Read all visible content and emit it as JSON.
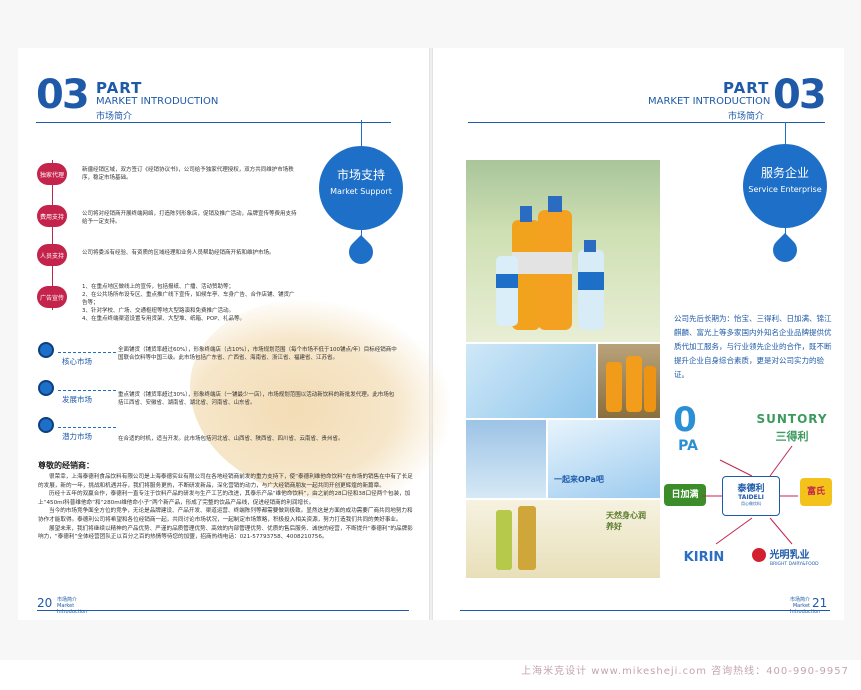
{
  "header": {
    "number": "03",
    "part": "PART",
    "title_en": "MARKET INTRODUCTION",
    "title_cn": "市场简介"
  },
  "left_page": {
    "support_items": [
      {
        "label": "独家代理",
        "text": "新疆经销区域，双方签订《经销协议书》，公司给予独家代理授权，双方共同维护市场秩序，稳定市场基础。"
      },
      {
        "label": "费用支持",
        "text": "公司将对经销商开展终端网络，打造陈列形象店，促销及推广活动，品牌宣传等费用支持给予一定支持。"
      },
      {
        "label": "人员支持",
        "text": "公司将委派有经验、有资质的区域经理和业务人员帮助经销商开拓和维护市场。"
      },
      {
        "label": "广告宣传",
        "lines": [
          "1、在重点地区做线上的宣传，包括报纸、广播、活动赞助等；",
          "2、在公共场所布设专区、重点推广线下宣传，如候车亭、车身广告、合作店铺、铺货广告等；",
          "3、针对学校、广场、交通枢纽等地大型路演和免费推广活动。",
          "4、在重点终端渠道设置专用货架、大型堆、纸箱、POP、礼品等。"
        ]
      }
    ],
    "markets": [
      {
        "label": "核心市场",
        "text": "全面铺货（铺货率超过60%），形象终端店（占10%），市场规划范围（每个市场不低于100铺点/年）目标经销商中国联合饮料等中国三级。此市场包括广东省、广西省、海南省、浙江省、福建省、江苏省。"
      },
      {
        "label": "发展市场",
        "text": "重点铺货（铺货率超过30%），形象终端店（一铺最少一店），市场规划范围以活动新饮料的新批发代理。此市场包括江西省、安徽省、湖南省、湖北省、河南省、山东省。"
      },
      {
        "label": "潜力市场",
        "text": "在合适的时机，适当开发。此市场包括河北省、山西省、陕西省、四川省、云南省、贵州省。"
      }
    ],
    "letter_title": "尊敬的经销商：",
    "letter": [
      "很荣幸，上海泰德利食品饮料有限公司是上海泰德实业有限公司在各地经销商前发的重力支持下，使“泰德利维他命饮料”在市场的销售在中有了长足的发展，新的一年，挑战和机遇并存，我们将服务更热，不断研发新品，深化营销的动力，与广大经销商朋友一起共同开创更辉煌的新篇章。",
      "历经十五年的双赢合作，泰德利一直专注于饮料产品的研发与生产工艺的改进，其泰乐产品“维他命饮料”，由之前的28口径和38口径两个包装，加上“450ml科普维他命”和“280ml维他命小子”两个新产品，形成了完整的饮品产品线，促进经销商的利润增长。",
      "当今的市场竞争面全方位的竞争，无论是品牌建设、产品开发、渠道运营、终端陈列等都需要做到极致。显然这是方面的成功需要厂商共同地努力和协作才能取得。泰德利公司将希望和各位经销商一起，共同讨论市场状况，一起制定市场策略，积极投入相关资源，努力打造我们共同的美好事业。",
      "展望未来，我们将继续以精神的产品优势、严谨的品质管理优势、高效的内部管理优势、优质的售后服务、诚信的经营，不断提升“泰德利”的品牌影响力，“泰德利”全体经营团队正以百分之百的热情等待您的加盟，招商热线电话：021-57793758、4008210756。"
    ],
    "page_number": "20",
    "page_sub": [
      "市场简介",
      "Market",
      "Introduction"
    ]
  },
  "right_page": {
    "pin_support": {
      "cn": "市场支持",
      "en": "Market Support"
    },
    "pin_service": {
      "cn": "服务企业",
      "en": "Service Enterprise"
    },
    "service_text": "公司先后长期为：怡宝、三得利、日加满、锦江麒麟、富光上等多家国内外知名企业品牌提供优质代加工服务，与行业领先企业的合作，既不断提升企业自身综合素质，更是对公司实力的验证。",
    "poster_text": "一起来OPa吧",
    "tea_text": "天然身心润养好",
    "logos": {
      "opa": "0",
      "opa_sub": "PA",
      "suntory": "SUNTORY",
      "suntory_cn": "三得利",
      "tdl_cn": "泰德利",
      "tdl_en": "TAIDELI",
      "tdl_sub": "用心做饮料",
      "rijiaman": "日加满",
      "fuguang": "富氏",
      "kirin": "KIRIN",
      "guangming": "光明乳业",
      "guangming_en": "BRIGHT DAIRY&FOOD"
    },
    "page_number": "21",
    "page_sub": [
      "市场简介",
      "Market",
      "Introduction"
    ]
  },
  "footer": {
    "text": "上海米克设计 www.mikesheji.com 咨询热线：400-990-9957"
  },
  "colors": {
    "brand_blue": "#1e5aa8",
    "drop_blue": "#1e6fc7",
    "label_red": "#c4244c"
  }
}
